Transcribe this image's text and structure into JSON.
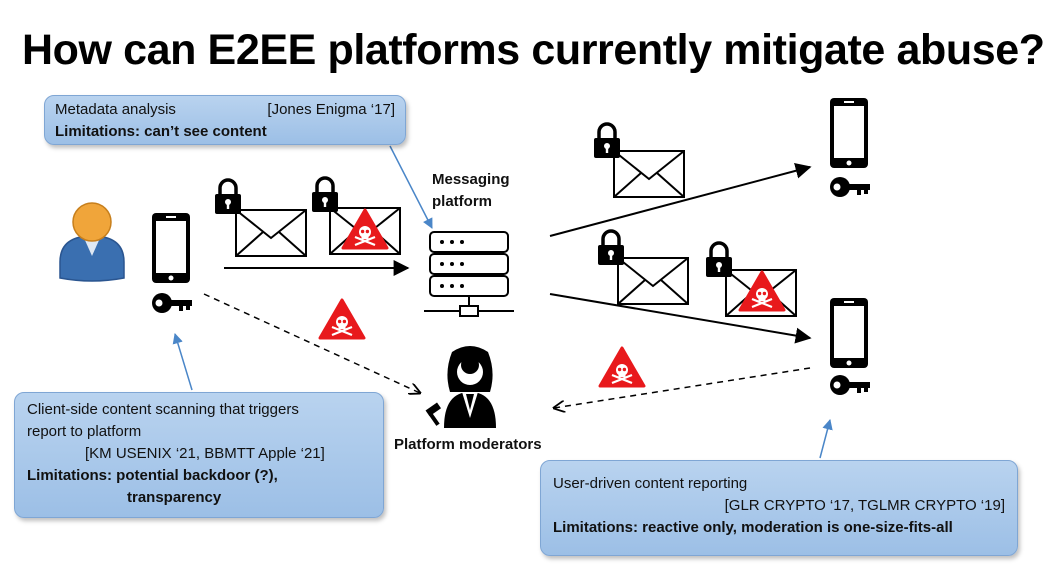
{
  "title": "How can E2EE platforms currently mitigate abuse?",
  "metadata_box": {
    "heading": "Metadata analysis",
    "citation": "[Jones Enigma ‘17]",
    "limitations": "Limitations: can’t see content"
  },
  "client_box": {
    "line1": "Client-side content scanning that triggers",
    "line2": "report to platform",
    "citation": "[KM USENIX ‘21, BBMTT Apple ‘21]",
    "limitations1": "Limitations: potential backdoor (?),",
    "limitations2": "transparency"
  },
  "user_box": {
    "heading": "User-driven content reporting",
    "citation": "[GLR CRYPTO ‘17, TGLMR CRYPTO ‘19]",
    "limitations": "Limitations: reactive only, moderation is one-size-fits-all"
  },
  "labels": {
    "messaging_platform_1": "Messaging",
    "messaging_platform_2": "platform",
    "platform_moderators": "Platform moderators"
  },
  "icons": [
    "user-avatar-icon",
    "phone-icon",
    "key-icon",
    "lock-icon",
    "envelope-icon",
    "warning-skull-icon",
    "server-icon",
    "moderator-icon"
  ],
  "colors": {
    "callout_fill": "#a9c8ec",
    "callout_border": "#7fa6d4",
    "warning_red": "#e8191c",
    "connector_blue": "#4a86c8",
    "avatar_orange": "#f0a53a",
    "avatar_blue": "#3a6fb0"
  }
}
